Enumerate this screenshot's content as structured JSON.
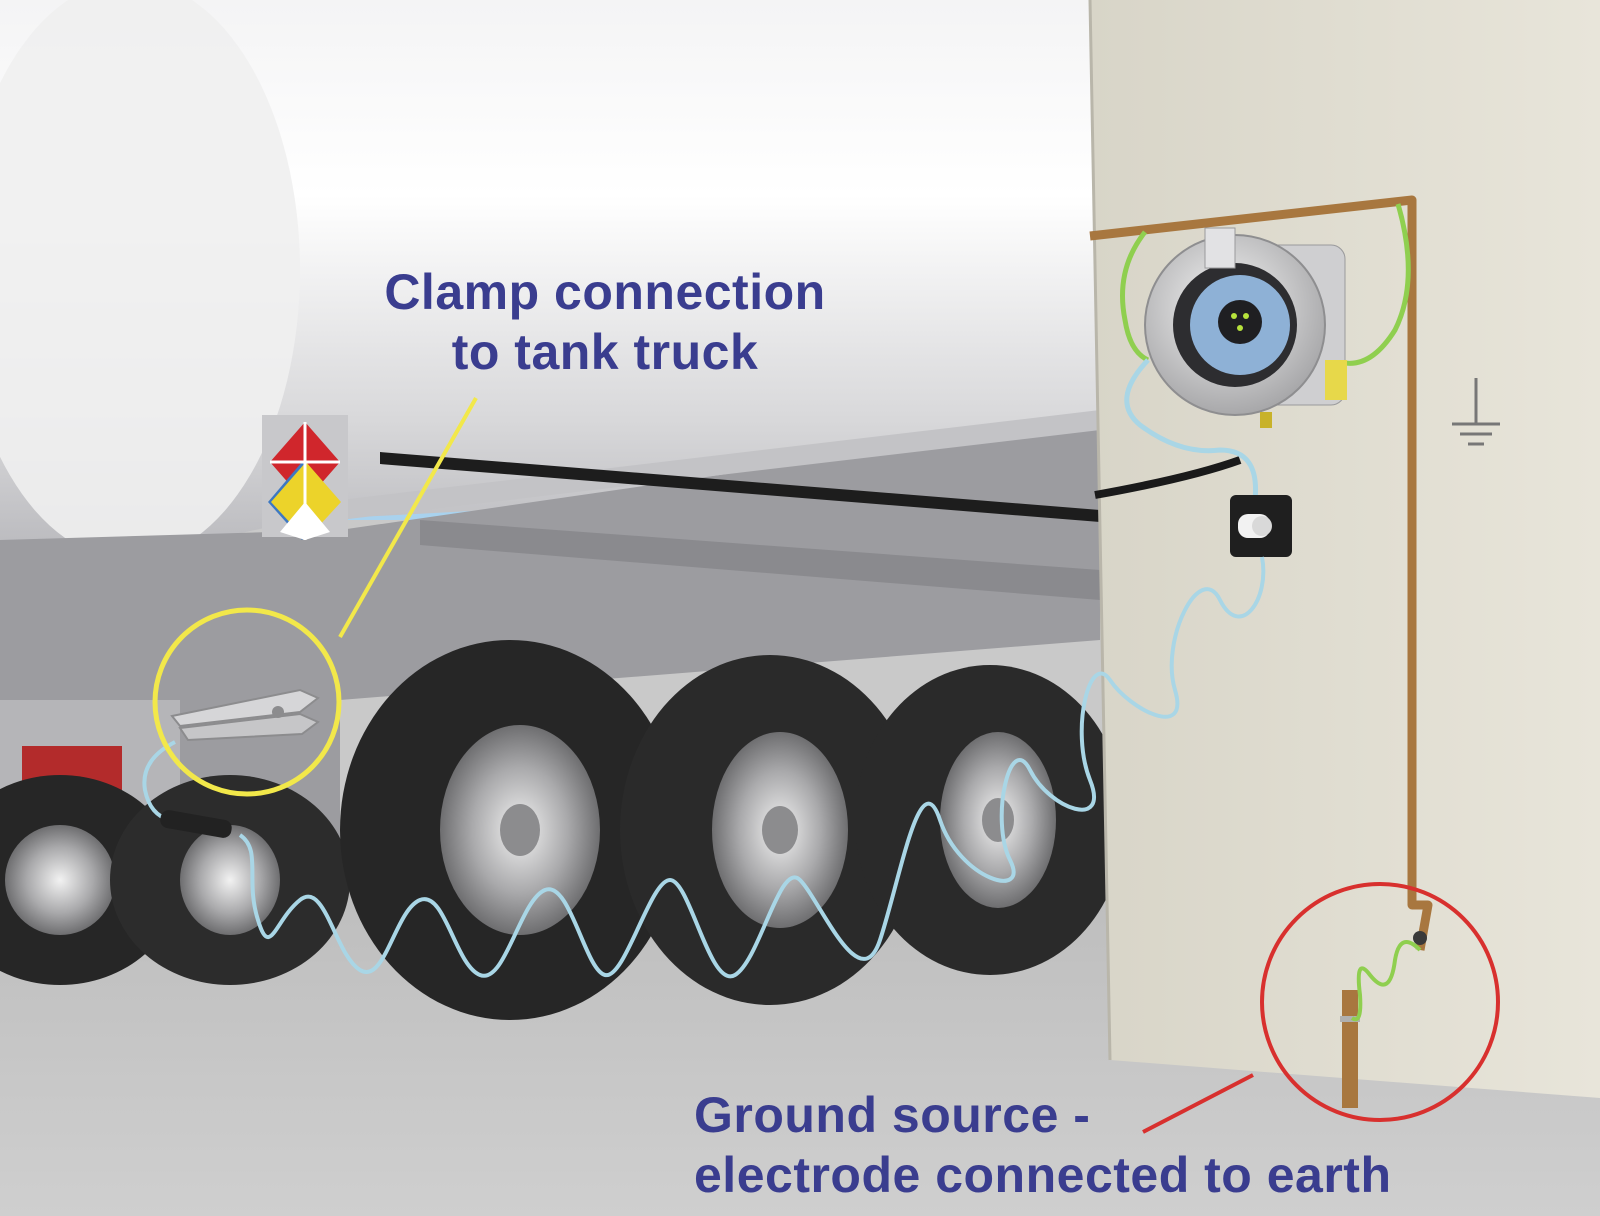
{
  "labels": {
    "clamp_line1": "Clamp connection",
    "clamp_line2": "to tank truck",
    "ground_line1": "Ground source -",
    "ground_line2": "electrode connected to earth"
  },
  "colors": {
    "label_text": "#3a3d8f",
    "clamp_callout": "#f2e84a",
    "ground_callout": "#d8302e",
    "sky": "#8fc3e6",
    "wall": "#e2dfd3",
    "ground_conductor": "#a8773f",
    "coiled_cable": "#a9d6e6",
    "green_yellow_wire": "#8fcf4f",
    "tank": "#e9e9ea",
    "tire": "#262626",
    "hazard_red": "#d0262c",
    "hazard_blue": "#3d78c2",
    "hazard_yellow": "#ecd32a",
    "hazard_white": "#ffffff",
    "tail_light": "#b32b2b"
  },
  "icons": {
    "hazard_placard": "nfpa-diamond-icon",
    "earth_symbol": "ground-symbol-icon",
    "cable_reel": "cable-reel-icon",
    "clamp": "grounding-clamp-icon"
  }
}
